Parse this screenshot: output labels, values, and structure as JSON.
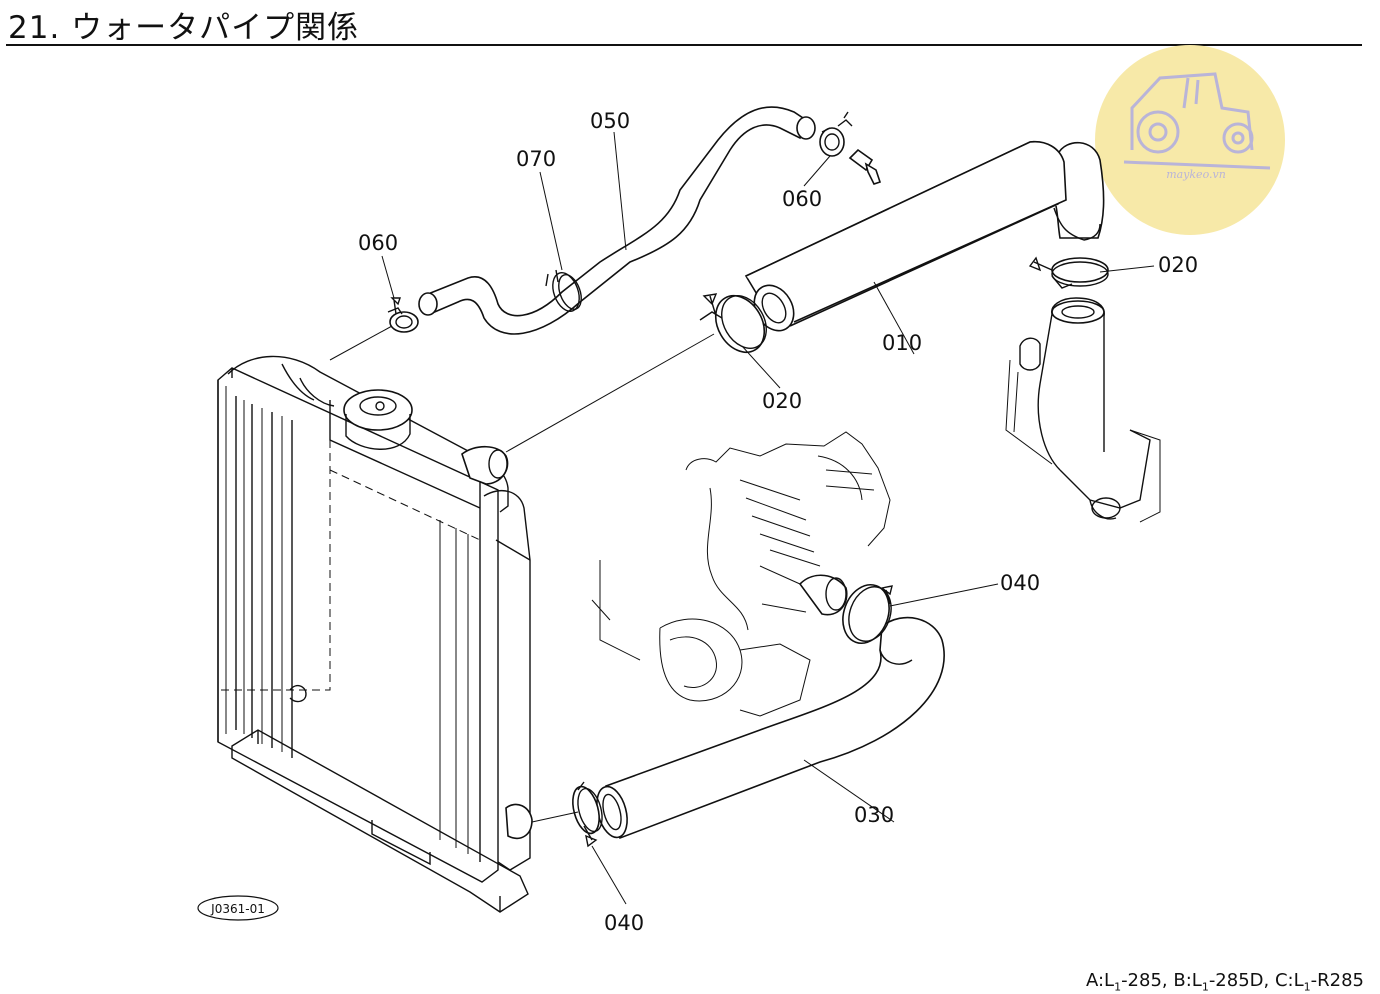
{
  "title": "21. ウォータパイプ関係",
  "watermark": {
    "text": "maykeo.vn",
    "color": "#f7e9a8",
    "icon": "tractor-icon"
  },
  "part_labels": {
    "p010": "010",
    "p020_top": "020",
    "p020_mid": "020",
    "p030": "030",
    "p040_top": "040",
    "p040_bottom": "040",
    "p050": "050",
    "p060_left": "060",
    "p060_top": "060",
    "p070": "070"
  },
  "figure_code": "J0361-01",
  "footer": {
    "a_prefix": "A:L",
    "a_model": "-285, ",
    "b_prefix": "B:L",
    "b_model": "-285D, ",
    "c_prefix": "C:L",
    "c_model": "-R285",
    "sub": "1"
  }
}
